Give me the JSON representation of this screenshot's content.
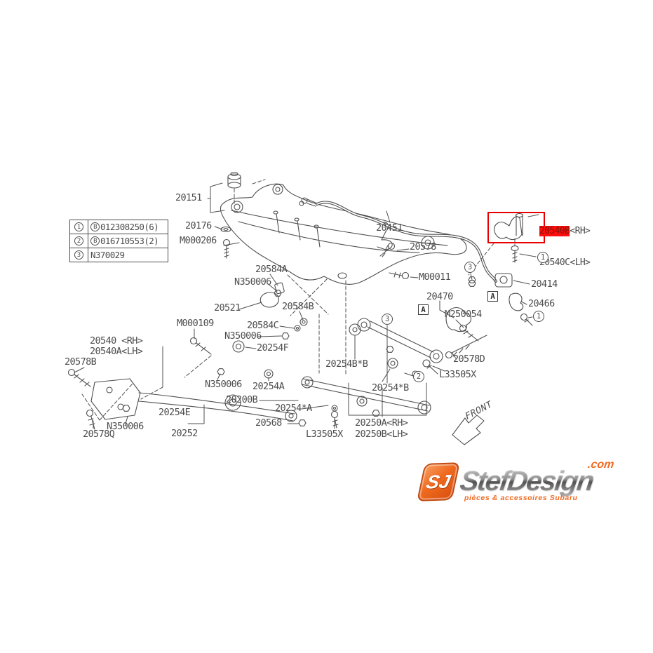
{
  "legend": {
    "rows": [
      {
        "num": "1",
        "prefix": "B",
        "code": "012308250(6)"
      },
      {
        "num": "2",
        "prefix": "B",
        "code": "016710553(2)"
      },
      {
        "num": "3",
        "prefix": "",
        "code": "N370029"
      }
    ]
  },
  "parts": {
    "p20151": "20151",
    "p20176": "20176",
    "m000206": "M000206",
    "p20451": "20451",
    "p20578": "20578",
    "m00011": "M00011",
    "p20470": "20470",
    "m250054": "M250054",
    "p20414": "20414",
    "p20466": "20466",
    "p20584a": "20584A",
    "n350006": "N350006",
    "p20521": "20521",
    "p20584b": "20584B",
    "p20584c": "20584C",
    "m000109": "M000109",
    "p20254f": "20254F",
    "p20540rh": "20540 <RH>",
    "p20540alh": "20540A<LH>",
    "p20578b": "20578B",
    "p20254bb": "20254B*B",
    "p20578d": "20578D",
    "l33505x": "L33505X",
    "p20254sb": "20254*B",
    "p20254a": "20254A",
    "p20200b": "20200B",
    "p20254sa": "20254*A",
    "p20568": "20568",
    "p20250arh": "20250A<RH>",
    "p20250blh": "20250B<LH>",
    "p20254e": "20254E",
    "p20578q": "20578Q",
    "p20252": "20252"
  },
  "highlight": {
    "part_rh": "20540B",
    "suffix_rh": "<RH>",
    "part_lh": "20540C",
    "suffix_lh": "<LH>"
  },
  "markers": {
    "a": "A",
    "n1": "1",
    "n2": "2",
    "n3": "3"
  },
  "front_label": "FRONT",
  "logo": {
    "monogram": "SJ",
    "wordmark": "StefDesign",
    "tld": ".com",
    "tagline": "pièces & accessoires Subaru"
  },
  "colors": {
    "line": "#4f4f4f",
    "highlight_bg": "#ff0c0c",
    "highlight_text": "#7c1608",
    "selection_box": "#e80000",
    "brand_orange": "#f26a21"
  }
}
